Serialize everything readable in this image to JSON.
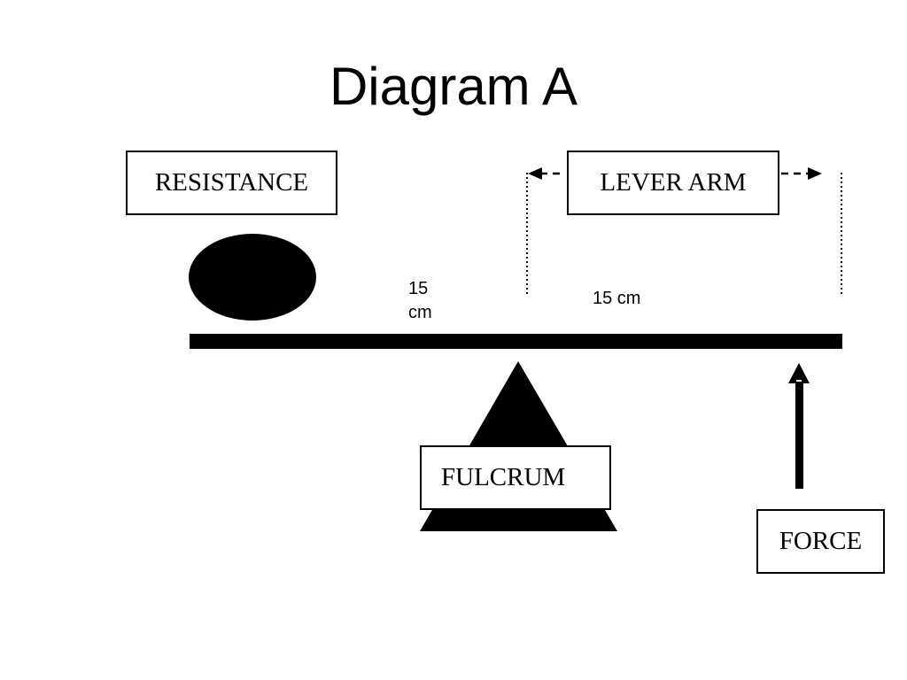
{
  "title": "Diagram A",
  "labels": {
    "resistance": "RESISTANCE",
    "lever_arm": "LEVER ARM",
    "fulcrum": "FULCRUM",
    "force": "FORCE"
  },
  "measurements": {
    "left_value": "15",
    "left_unit": "cm",
    "right_text": "15 cm"
  },
  "colors": {
    "ink": "#000000",
    "background": "#ffffff"
  }
}
